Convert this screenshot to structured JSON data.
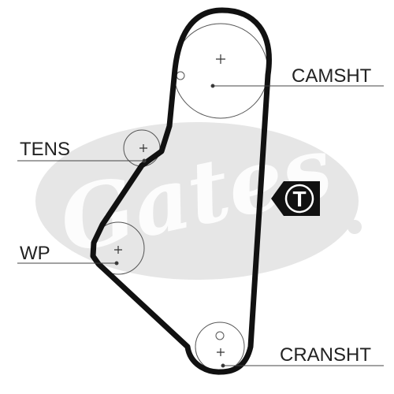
{
  "labels": {
    "camshaft": "CAMSHT",
    "tensioner": "TENS",
    "water_pump": "WP",
    "crankshaft": "CRANSHT"
  },
  "badge": {
    "letter": "T"
  },
  "watermark": {
    "text": "Gates"
  },
  "colors": {
    "belt": "#111111",
    "pulley": "#555555",
    "leader": "#444444",
    "watermark": "#e6e6e6",
    "badge_bg": "#111111",
    "badge_fg": "#ffffff"
  }
}
